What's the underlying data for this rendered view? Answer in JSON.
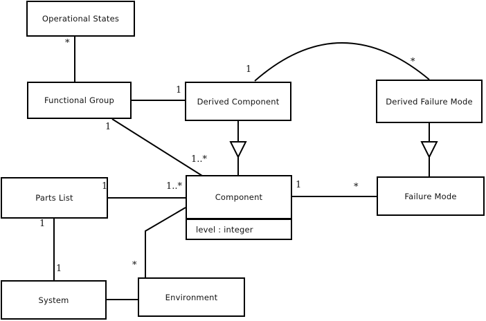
{
  "diagram": {
    "kind": "uml-class-diagram",
    "background_color": "#ffffff",
    "line_color": "#000000",
    "classes": [
      {
        "name": "Operational States"
      },
      {
        "name": "Functional Group"
      },
      {
        "name": "Derived Component"
      },
      {
        "name": "Derived Failure Mode"
      },
      {
        "name": "Parts List"
      },
      {
        "name": "Component",
        "attributes": [
          "level : integer"
        ]
      },
      {
        "name": "Failure Mode"
      },
      {
        "name": "System"
      },
      {
        "name": "Environment"
      }
    ],
    "connections": [
      {
        "from": "Operational States",
        "to": "Functional Group",
        "type": "association",
        "from_label": "*"
      },
      {
        "from": "Functional Group",
        "to": "Derived Component",
        "type": "association",
        "to_label": "1"
      },
      {
        "from": "Derived Component",
        "to": "Derived Failure Mode",
        "type": "association-arc",
        "from_label": "1",
        "to_label": "*"
      },
      {
        "from": "Functional Group",
        "to": "Component",
        "type": "association",
        "from_label": "1",
        "to_label": "1..*"
      },
      {
        "from": "Parts List",
        "to": "Component",
        "type": "association",
        "from_label": "1",
        "to_label": "1..*"
      },
      {
        "from": "Component",
        "to": "Failure Mode",
        "type": "association",
        "from_label": "1",
        "to_label": "*"
      },
      {
        "from": "Parts List",
        "to": "System",
        "type": "association",
        "from_label": "1",
        "to_label": "1"
      },
      {
        "from": "System",
        "to": "Environment",
        "type": "association"
      },
      {
        "from": "Component",
        "to": "Environment",
        "type": "association",
        "to_label": "*"
      },
      {
        "from": "Derived Component",
        "to": "Component",
        "type": "generalization"
      },
      {
        "from": "Derived Failure Mode",
        "to": "Failure Mode",
        "type": "generalization"
      }
    ]
  }
}
